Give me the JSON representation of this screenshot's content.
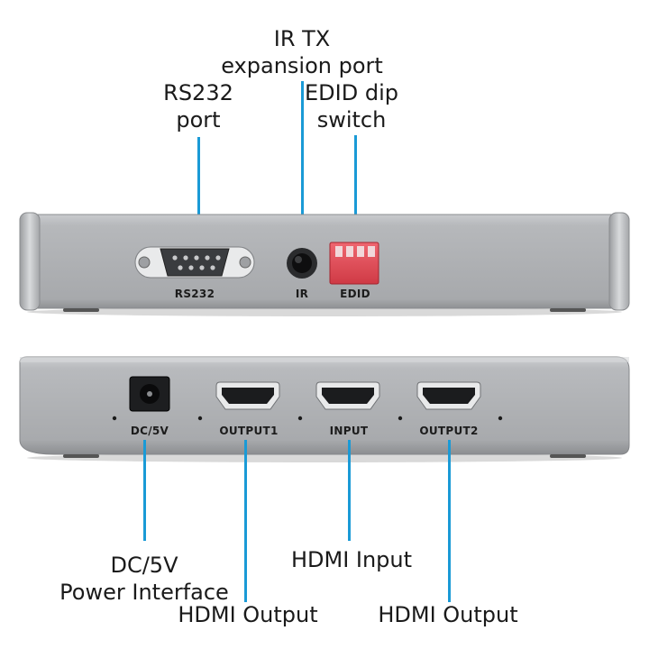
{
  "callouts": {
    "rs232": [
      "RS232",
      "port"
    ],
    "ir_tx": [
      "IR TX",
      "expansion port"
    ],
    "edid_dip": [
      "EDID dip",
      "switch"
    ],
    "dc5v": [
      "DC/5V",
      "Power Interface"
    ],
    "hdmi_input": "HDMI Input",
    "hdmi_output_1": "HDMI Output",
    "hdmi_output_2": "HDMI Output"
  },
  "rear_panel_labels": {
    "rs232": "RS232",
    "ir": "IR",
    "edid": "EDID"
  },
  "front_panel_labels": {
    "dc5v": "DC/5V",
    "output1": "OUTPUT1",
    "input": "INPUT",
    "output2": "OUTPUT2"
  },
  "colors": {
    "leader_line": "#1a9ad6",
    "chassis": "#b4b6b9",
    "dip_switch": "#e04b55"
  }
}
